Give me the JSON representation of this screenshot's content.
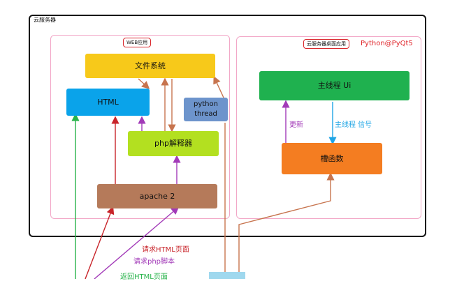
{
  "cloud_server": {
    "label": "云服务器"
  },
  "web_panel": {
    "tag": "WEB应用"
  },
  "desktop_panel": {
    "tag": "云服务器桌面应用",
    "framework": "Python@PyQt5"
  },
  "nodes": {
    "filesystem": "文件系统",
    "html": "HTML",
    "python_thread_1": "python",
    "python_thread_2": "thread",
    "php": "php解释器",
    "apache": "apache 2",
    "main_thread": "主线程 Ui",
    "slot": "槽函数"
  },
  "edges": {
    "update": "更新",
    "signal": "主线程 信号",
    "request_html": "请求HTML页面",
    "request_php": "请求php脚本",
    "return_html": "返回HTML页面"
  },
  "colors": {
    "filesystem": "#f7c91a",
    "html": "#0aa3ea",
    "python": "#6d94cc",
    "php": "#b3e020",
    "apache": "#b57a5a",
    "main_thread": "#1fb14f",
    "slot": "#f47d21"
  }
}
